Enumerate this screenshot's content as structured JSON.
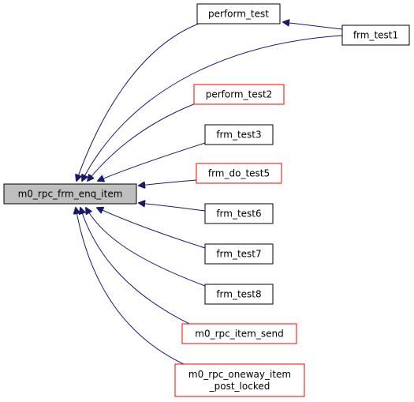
{
  "graph": {
    "focus": {
      "id": "m0_rpc_frm_enq_item",
      "label": "m0_rpc_frm_enq_item",
      "style": "focus"
    },
    "callers": [
      {
        "id": "perform_test",
        "lines": [
          "perform_test"
        ],
        "style": "black"
      },
      {
        "id": "perform_test2",
        "lines": [
          "perform_test2"
        ],
        "style": "red"
      },
      {
        "id": "frm_test3",
        "lines": [
          "frm_test3"
        ],
        "style": "black"
      },
      {
        "id": "frm_do_test5",
        "lines": [
          "frm_do_test5"
        ],
        "style": "red"
      },
      {
        "id": "frm_test6",
        "lines": [
          "frm_test6"
        ],
        "style": "black"
      },
      {
        "id": "frm_test7",
        "lines": [
          "frm_test7"
        ],
        "style": "black"
      },
      {
        "id": "frm_test8",
        "lines": [
          "frm_test8"
        ],
        "style": "black"
      },
      {
        "id": "m0_rpc_item_send",
        "lines": [
          "m0_rpc_item_send"
        ],
        "style": "red"
      },
      {
        "id": "m0_rpc_oneway_item_post_locked",
        "lines": [
          "m0_rpc_oneway_item",
          "_post_locked"
        ],
        "style": "red"
      }
    ],
    "outer": [
      {
        "id": "frm_test1",
        "lines": [
          "frm_test1"
        ],
        "style": "black"
      }
    ],
    "edges": [
      {
        "from": "perform_test",
        "to": "m0_rpc_frm_enq_item"
      },
      {
        "from": "frm_test1",
        "to": "m0_rpc_frm_enq_item"
      },
      {
        "from": "perform_test2",
        "to": "m0_rpc_frm_enq_item"
      },
      {
        "from": "frm_test3",
        "to": "m0_rpc_frm_enq_item"
      },
      {
        "from": "frm_do_test5",
        "to": "m0_rpc_frm_enq_item"
      },
      {
        "from": "frm_test6",
        "to": "m0_rpc_frm_enq_item"
      },
      {
        "from": "frm_test7",
        "to": "m0_rpc_frm_enq_item"
      },
      {
        "from": "frm_test8",
        "to": "m0_rpc_frm_enq_item"
      },
      {
        "from": "m0_rpc_item_send",
        "to": "m0_rpc_frm_enq_item"
      },
      {
        "from": "m0_rpc_oneway_item_post_locked",
        "to": "m0_rpc_frm_enq_item"
      },
      {
        "from": "frm_test1",
        "to": "perform_test"
      }
    ],
    "colors": {
      "edge": "#191970",
      "focus_fill": "#bfbfbf",
      "red_border": "#ff0000",
      "black_border": "#000000",
      "node_fill": "#ffffff"
    }
  }
}
